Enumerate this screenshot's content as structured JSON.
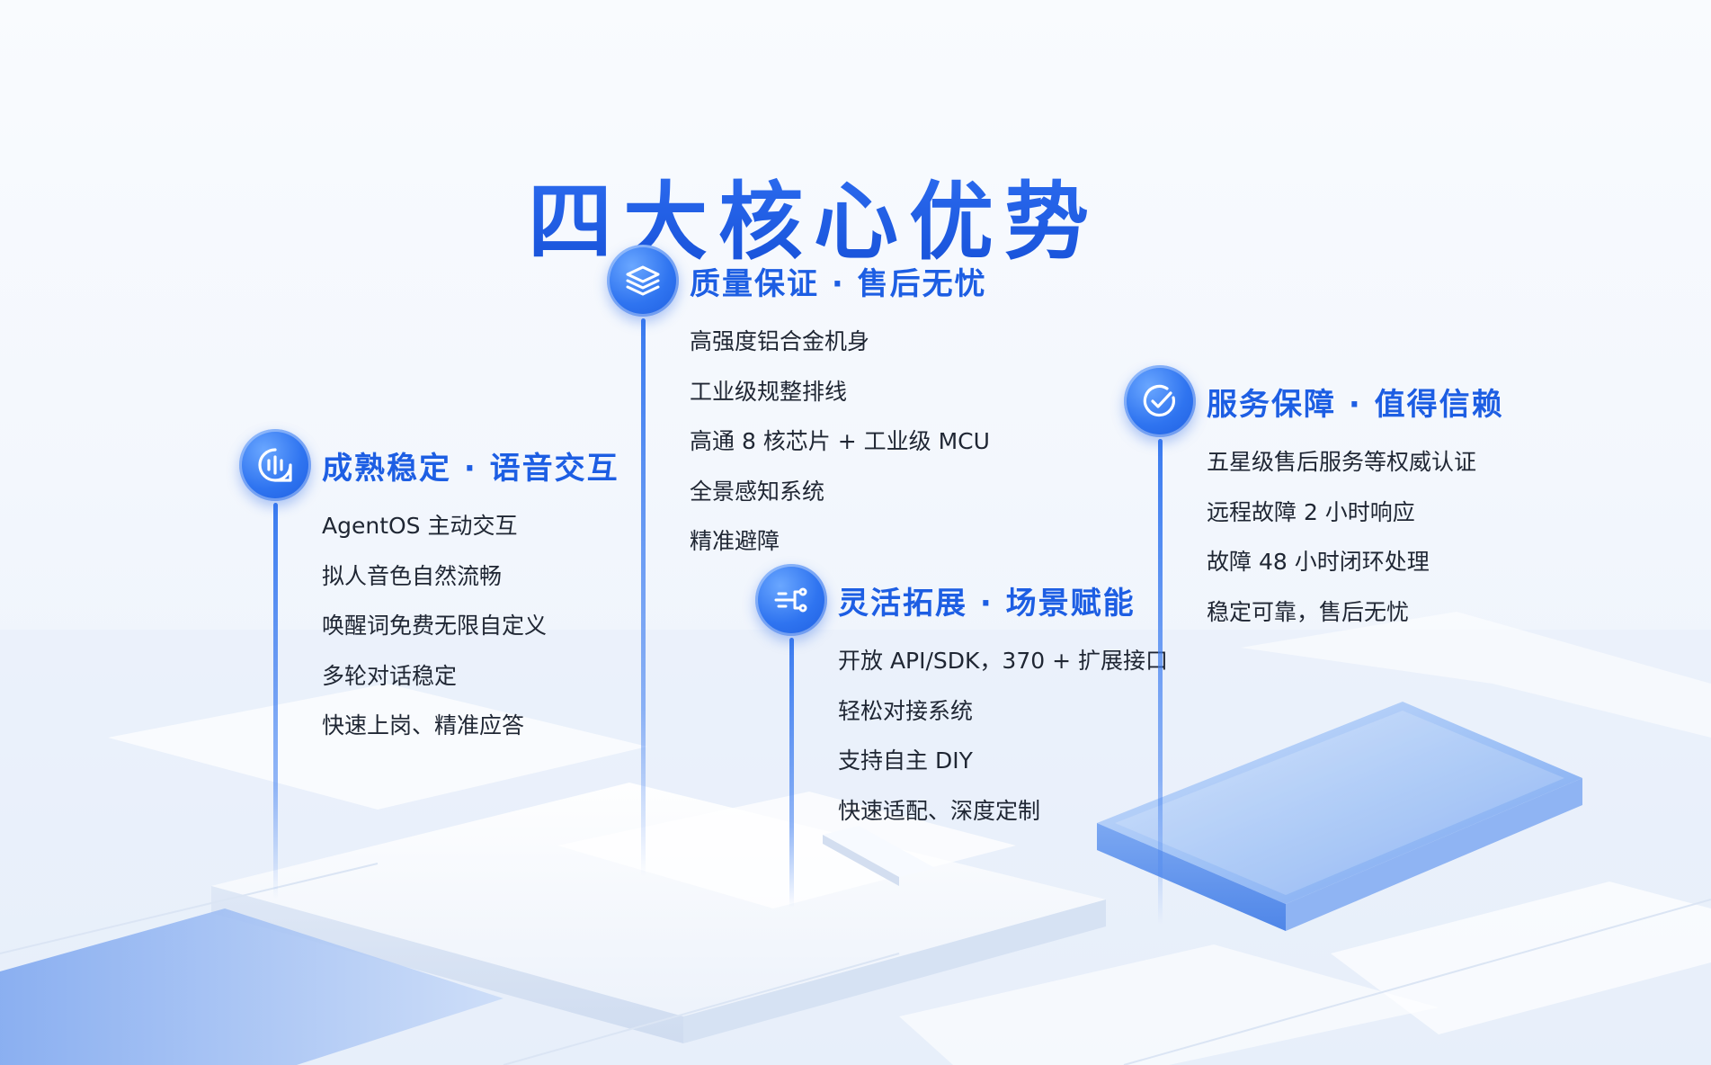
{
  "title": "四大核心优势",
  "colors": {
    "brand_blue": "#1d5ee3",
    "icon_blue": "#2f74f0",
    "body_text": "#1f2633"
  },
  "features": [
    {
      "icon": "waveform-chat-icon",
      "title": "成熟稳定 · 语音交互",
      "points": [
        "AgentOS 主动交互",
        "拟人音色自然流畅",
        "唤醒词免费无限自定义",
        "多轮对话稳定",
        "快速上岗、精准应答"
      ]
    },
    {
      "icon": "layers-icon",
      "title": "质量保证 · 售后无忧",
      "points": [
        "高强度铝合金机身",
        "工业级规整排线",
        "高通 8 核芯片 + 工业级 MCU",
        "全景感知系统",
        "精准避障"
      ]
    },
    {
      "icon": "connection-nodes-icon",
      "title": "灵活拓展 · 场景赋能",
      "points": [
        "开放 API/SDK，370 + 扩展接口",
        "轻松对接系统",
        "支持自主 DIY",
        "快速适配、深度定制"
      ]
    },
    {
      "icon": "check-circle-icon",
      "title": "服务保障 · 值得信赖",
      "points": [
        "五星级售后服务等权威认证",
        "远程故障 2 小时响应",
        "故障 48 小时闭环处理",
        "稳定可靠，售后无忧"
      ]
    }
  ]
}
